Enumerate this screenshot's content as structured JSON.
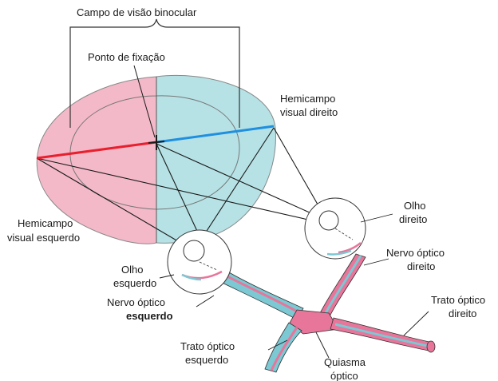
{
  "labels": {
    "binocular_field": "Campo de visão binocular",
    "fixation_point": "Ponto de fixação",
    "right_hemifield": [
      "Hemicampo",
      "visual direito"
    ],
    "left_hemifield": [
      "Hemicampo",
      "visual esquerdo"
    ],
    "right_eye": [
      "Olho",
      "direito"
    ],
    "left_eye": [
      "Olho",
      "esquerdo"
    ],
    "right_optic_nerve": [
      "Nervo óptico",
      "direito"
    ],
    "left_optic_nerve": [
      "Nervo óptico",
      "esquerdo"
    ],
    "right_optic_tract": [
      "Trato óptico",
      "direito"
    ],
    "left_optic_tract": [
      "Trato óptico",
      "esquerdo"
    ],
    "chiasm": [
      "Quiasma",
      "óptico"
    ]
  },
  "colors": {
    "left_field": "#f4b9c9",
    "right_field": "#b6e2e6",
    "left_line": "#e8202e",
    "right_line": "#1f8fe0",
    "pathway_pink": "#e8759a",
    "pathway_teal": "#7cc8d3",
    "outline": "#1a1a1a"
  }
}
